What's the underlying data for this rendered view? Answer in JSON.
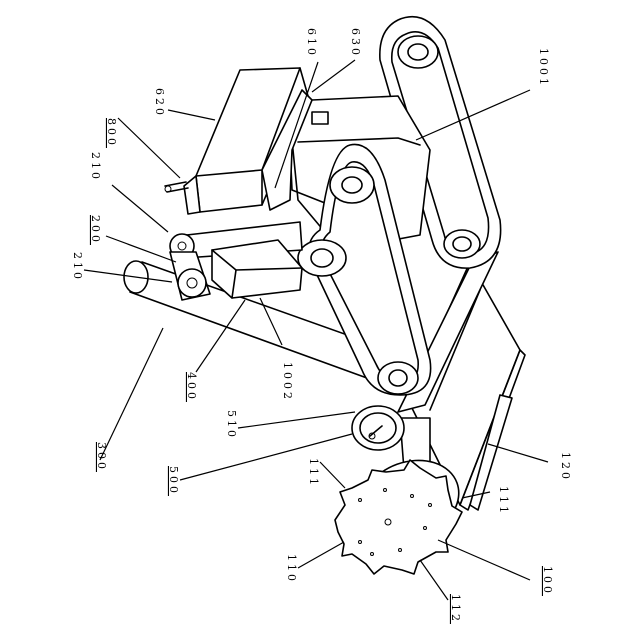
{
  "figure": {
    "labels": [
      {
        "id": "label-800",
        "text": "800",
        "underlined": true
      },
      {
        "id": "label-620",
        "text": "620",
        "underlined": false
      },
      {
        "id": "label-610",
        "text": "610",
        "underlined": false
      },
      {
        "id": "label-630",
        "text": "630",
        "underlined": false
      },
      {
        "id": "label-1001",
        "text": "1001",
        "underlined": false
      },
      {
        "id": "label-210-top",
        "text": "210",
        "underlined": false
      },
      {
        "id": "label-200",
        "text": "200",
        "underlined": true
      },
      {
        "id": "label-210-bottom",
        "text": "210",
        "underlined": false
      },
      {
        "id": "label-400",
        "text": "400",
        "underlined": true
      },
      {
        "id": "label-1002",
        "text": "1002",
        "underlined": false
      },
      {
        "id": "label-300",
        "text": "300",
        "underlined": true
      },
      {
        "id": "label-510",
        "text": "510",
        "underlined": false
      },
      {
        "id": "label-500",
        "text": "500",
        "underlined": true
      },
      {
        "id": "label-111-top",
        "text": "111",
        "underlined": false
      },
      {
        "id": "label-120",
        "text": "120",
        "underlined": false
      },
      {
        "id": "label-111-bottom",
        "text": "111",
        "underlined": false
      },
      {
        "id": "label-110",
        "text": "110",
        "underlined": false
      },
      {
        "id": "label-112",
        "text": "112",
        "underlined": true
      },
      {
        "id": "label-100",
        "text": "100",
        "underlined": true
      }
    ]
  }
}
